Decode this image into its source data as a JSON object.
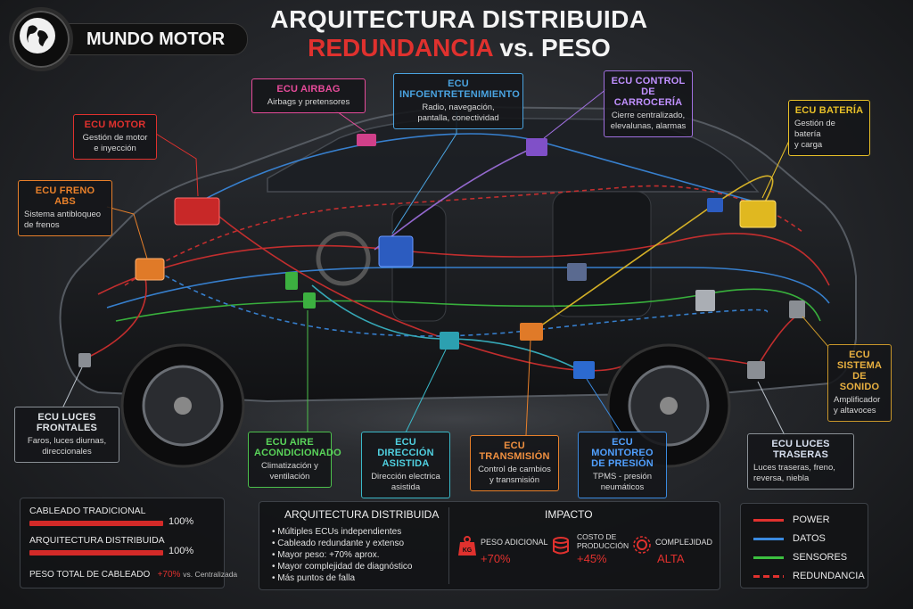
{
  "brand": {
    "name": "MUNDO MOTOR"
  },
  "title": {
    "line1": "ARQUITECTURA DISTRIBUIDA",
    "line2_red": "REDUNDANCIA",
    "line2_rest": " vs. PESO"
  },
  "ecus": {
    "airbag": {
      "title": "ECU AIRBAG",
      "desc": "Airbags y pretensores",
      "color": "#e64b9a"
    },
    "info": {
      "title": "ECU INFOENTRETENIMIENTO",
      "desc1": "Radio, navegación,",
      "desc2": "pantalla, conectividad",
      "color": "#4aa3e0"
    },
    "carroceria": {
      "title1": "ECU CONTROL",
      "title2": "DE CARROCERÍA",
      "desc1": "Cierre centralizado,",
      "desc2": "elevalunas, alarmas",
      "color": "#a070e0"
    },
    "bateria": {
      "title": "ECU BATERÍA",
      "desc1": "Gestión de batería",
      "desc2": "y carga",
      "color": "#e8c028"
    },
    "motor": {
      "title": "ECU MOTOR",
      "desc1": "Gestión de motor",
      "desc2": "e inyección",
      "color": "#e0312e"
    },
    "abs": {
      "title": "ECU FRENO ABS",
      "desc1": "Sistema antibloqueo",
      "desc2": "de frenos",
      "color": "#e8802a"
    },
    "sonido": {
      "title1": "ECU SISTEMA",
      "title2": "DE SONIDO",
      "desc1": "Amplificador",
      "desc2": "y altavoces",
      "color": "#c8962a"
    },
    "frontales": {
      "title": "ECU LUCES FRONTALES",
      "desc1": "Faros, luces diurnas,",
      "desc2": "direccionales",
      "color": "#b8c0c8"
    },
    "aire": {
      "title1": "ECU AIRE",
      "title2": "ACONDICIONADO",
      "desc1": "Climatización y",
      "desc2": "ventilación",
      "color": "#4cc04c"
    },
    "direccion": {
      "title1": "ECU DIRECCIÓN",
      "title2": "ASISTIDA",
      "desc1": "Dirección electrica",
      "desc2": "asistida",
      "color": "#3ab8c8"
    },
    "transmision": {
      "title": "ECU TRANSMISIÓN",
      "desc1": "Control de cambios",
      "desc2": "y transmisión",
      "color": "#e8802a"
    },
    "presion": {
      "title1": "ECU MONITOREO",
      "title2": "DE PRESIÓN",
      "desc1": "TPMS - presión",
      "desc2": "neumáticos",
      "color": "#3a8ae0"
    },
    "traseras": {
      "title": "ECU LUCES TRASERAS",
      "desc1": "Luces traseras, freno,",
      "desc2": "reversa, niebla",
      "color": "#b8c0c8"
    }
  },
  "comparison": {
    "traditional_label": "CABLEADO TRADICIONAL",
    "traditional_pct": "100%",
    "traditional_fill": 1.0,
    "distributed_label": "ARQUITECTURA DISTRIBUIDA",
    "distributed_pct": "100%",
    "distributed_fill": 1.0,
    "weight_label": "PESO TOTAL DE CABLEADO",
    "weight_value": "+70%",
    "weight_suffix": "vs. Centralizada"
  },
  "distributed": {
    "title": "ARQUITECTURA DISTRIBUIDA",
    "items": [
      "Múltiples ECUs independientes",
      "Cableado redundante y extenso",
      "Mayor peso: +70% aprox.",
      "Mayor complejidad de diagnóstico",
      "Más puntos de falla"
    ]
  },
  "impact": {
    "title": "IMPACTO",
    "peso_label": "PESO ADICIONAL",
    "peso_value": "+70%",
    "kg": "KG",
    "costo_label1": "COSTO DE",
    "costo_label2": "PRODUCCIÓN",
    "costo_value": "+45%",
    "complejidad_label": "COMPLEJIDAD",
    "complejidad_value": "ALTA"
  },
  "legend": [
    {
      "label": "POWER",
      "color": "#e0312e",
      "style": "solid"
    },
    {
      "label": "DATOS",
      "color": "#3a8ae0",
      "style": "solid"
    },
    {
      "label": "SENSORES",
      "color": "#3cc040",
      "style": "solid"
    },
    {
      "label": "REDUNDANCIA",
      "color": "#e0312e",
      "style": "dashed"
    }
  ]
}
